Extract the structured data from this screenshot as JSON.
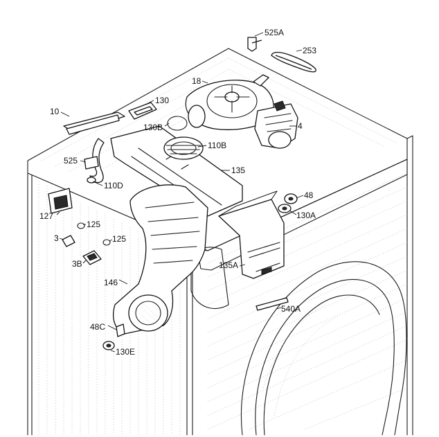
{
  "labels": [
    {
      "id": "525A",
      "text": "525A"
    },
    {
      "id": "253",
      "text": "253"
    },
    {
      "id": "18",
      "text": "18"
    },
    {
      "id": "130",
      "text": "130"
    },
    {
      "id": "10",
      "text": "10"
    },
    {
      "id": "130B",
      "text": "130B"
    },
    {
      "id": "4",
      "text": "4"
    },
    {
      "id": "110B",
      "text": "110B"
    },
    {
      "id": "525",
      "text": "525"
    },
    {
      "id": "135",
      "text": "135"
    },
    {
      "id": "110D",
      "text": "110D"
    },
    {
      "id": "48",
      "text": "48"
    },
    {
      "id": "127",
      "text": "127"
    },
    {
      "id": "130A",
      "text": "130A"
    },
    {
      "id": "125a",
      "text": "125"
    },
    {
      "id": "3",
      "text": "3"
    },
    {
      "id": "125b",
      "text": "125"
    },
    {
      "id": "3B",
      "text": "3B"
    },
    {
      "id": "135A",
      "text": "135A"
    },
    {
      "id": "146",
      "text": "146"
    },
    {
      "id": "540A",
      "text": "540A"
    },
    {
      "id": "48C",
      "text": "48C"
    },
    {
      "id": "130E",
      "text": "130E"
    }
  ]
}
